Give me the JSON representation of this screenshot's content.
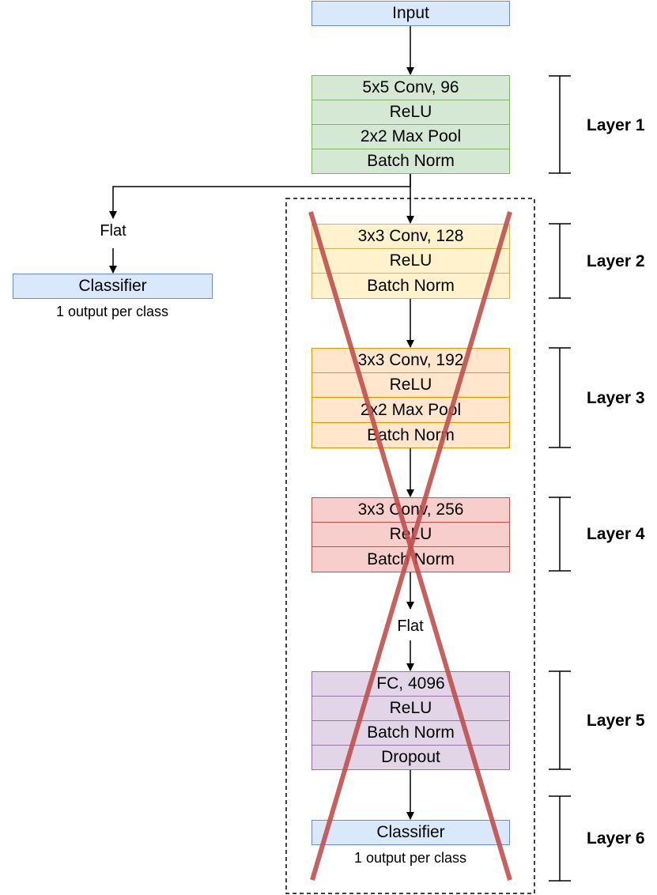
{
  "colors": {
    "blue_fill": "#dae8fc",
    "blue_stroke": "#6c8ebf",
    "green_fill": "#d5e8d4",
    "green_stroke": "#82b366",
    "yellow_fill": "#fff2cc",
    "yellow_stroke": "#d6b656",
    "orange_fill": "#ffe6cc",
    "orange_stroke": "#d79b00",
    "red_fill": "#f8cecc",
    "red_stroke": "#b85450",
    "purple_fill": "#e1d5e7",
    "purple_stroke": "#9673a6",
    "cross": "#c0504d"
  },
  "input": {
    "label": "Input"
  },
  "layer1": {
    "rows": [
      "5x5 Conv, 96",
      "ReLU",
      "2x2 Max Pool",
      "Batch Norm"
    ],
    "label": "Layer 1"
  },
  "side": {
    "flat": "Flat",
    "classifier": "Classifier",
    "note": "1 output per class"
  },
  "layer2": {
    "rows": [
      "3x3 Conv, 128",
      "ReLU",
      "Batch Norm"
    ],
    "label": "Layer 2"
  },
  "layer3": {
    "rows": [
      "3x3 Conv, 192",
      "ReLU",
      "2x2 Max Pool",
      "Batch Norm"
    ],
    "label": "Layer 3"
  },
  "layer4": {
    "rows": [
      "3x3 Conv, 256",
      "ReLU",
      "Batch Norm"
    ],
    "label": "Layer 4"
  },
  "main_flat": "Flat",
  "layer5": {
    "rows": [
      "FC, 4096",
      "ReLU",
      "Batch Norm",
      "Dropout"
    ],
    "label": "Layer 5"
  },
  "layer6": {
    "classifier": "Classifier",
    "note": "1 output per class",
    "label": "Layer 6"
  }
}
